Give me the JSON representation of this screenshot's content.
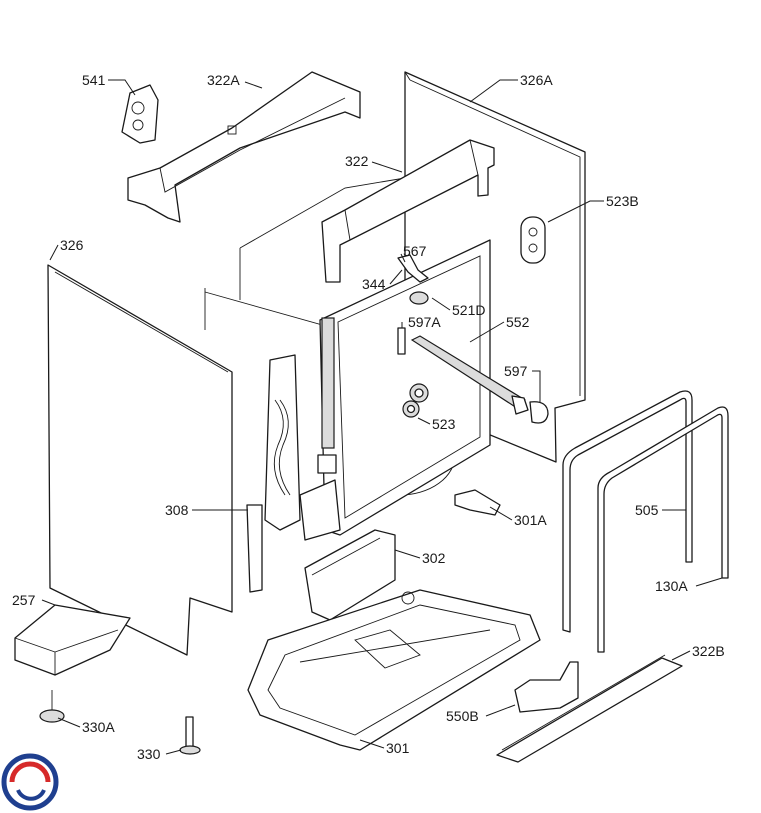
{
  "labels": {
    "p541": "541",
    "p322A": "322A",
    "p326A": "326A",
    "p322": "322",
    "p523B": "523B",
    "p326": "326",
    "p567": "567",
    "p344": "344",
    "p521D": "521D",
    "p597A": "597A",
    "p552": "552",
    "p597": "597",
    "p523": "523",
    "p308": "308",
    "p505": "505",
    "p301A": "301A",
    "p302": "302",
    "p130A": "130A",
    "p257": "257",
    "p322B": "322B",
    "p330A": "330A",
    "p550B": "550B",
    "p330": "330",
    "p301": "301"
  },
  "colors": {
    "line": "#1a1a1a",
    "logo_blue": "#1f3f8f",
    "logo_red": "#d62a2a"
  }
}
